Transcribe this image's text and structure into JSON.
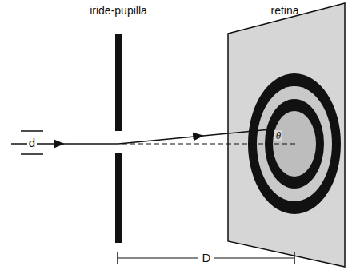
{
  "diagram": {
    "labels": [
      "iride-pupilla",
      "retina",
      "d",
      "θ",
      "D"
    ]
  }
}
